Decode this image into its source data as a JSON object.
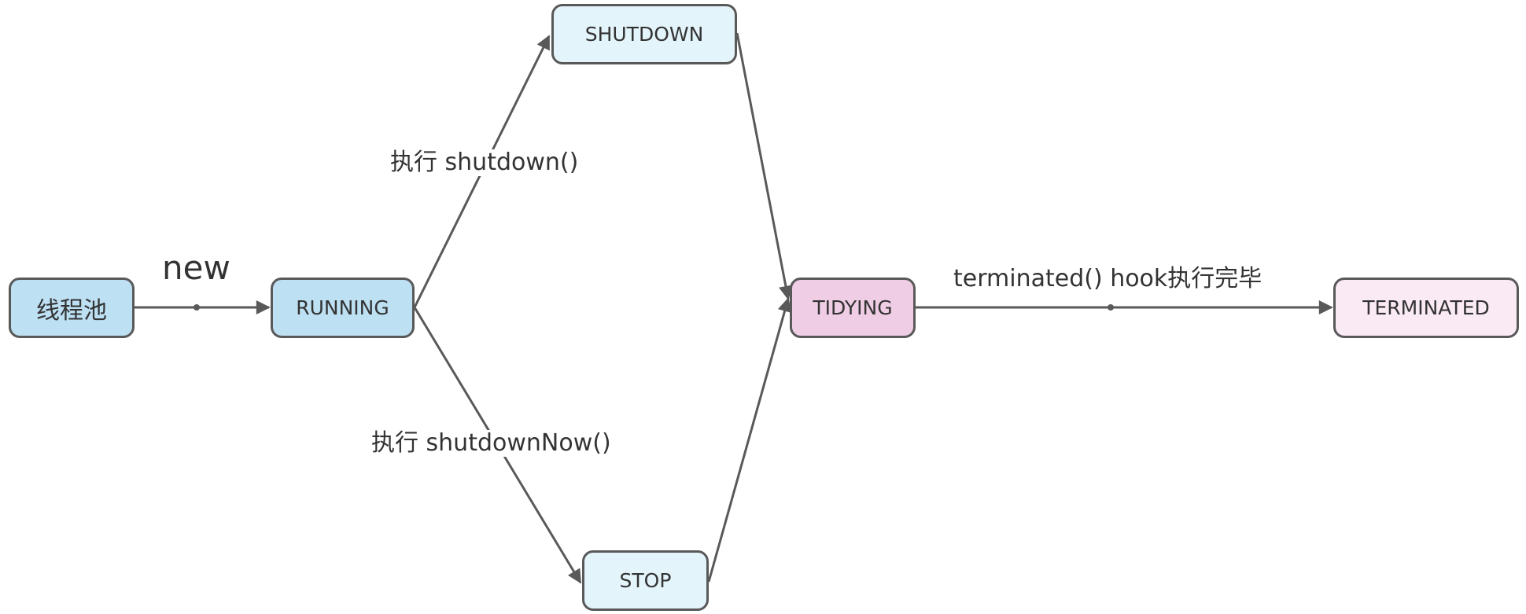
{
  "colors": {
    "stroke": "#595959",
    "node_blue": "#bde0f3",
    "node_light_blue": "#e4f4fb",
    "node_pink": "#efcde5",
    "node_light_pink": "#faeaf4",
    "text": "#333333"
  },
  "nodes": {
    "thread_pool": "线程池",
    "running": "RUNNING",
    "shutdown": "SHUTDOWN",
    "stop": "STOP",
    "tidying": "TIDYING",
    "terminated": "TERMINATED"
  },
  "edges": {
    "new": "new",
    "shutdown_call": "执行 shutdown()",
    "shutdown_now_call": "执行 shutdownNow()",
    "hook_done": "terminated() hook执行完毕"
  }
}
